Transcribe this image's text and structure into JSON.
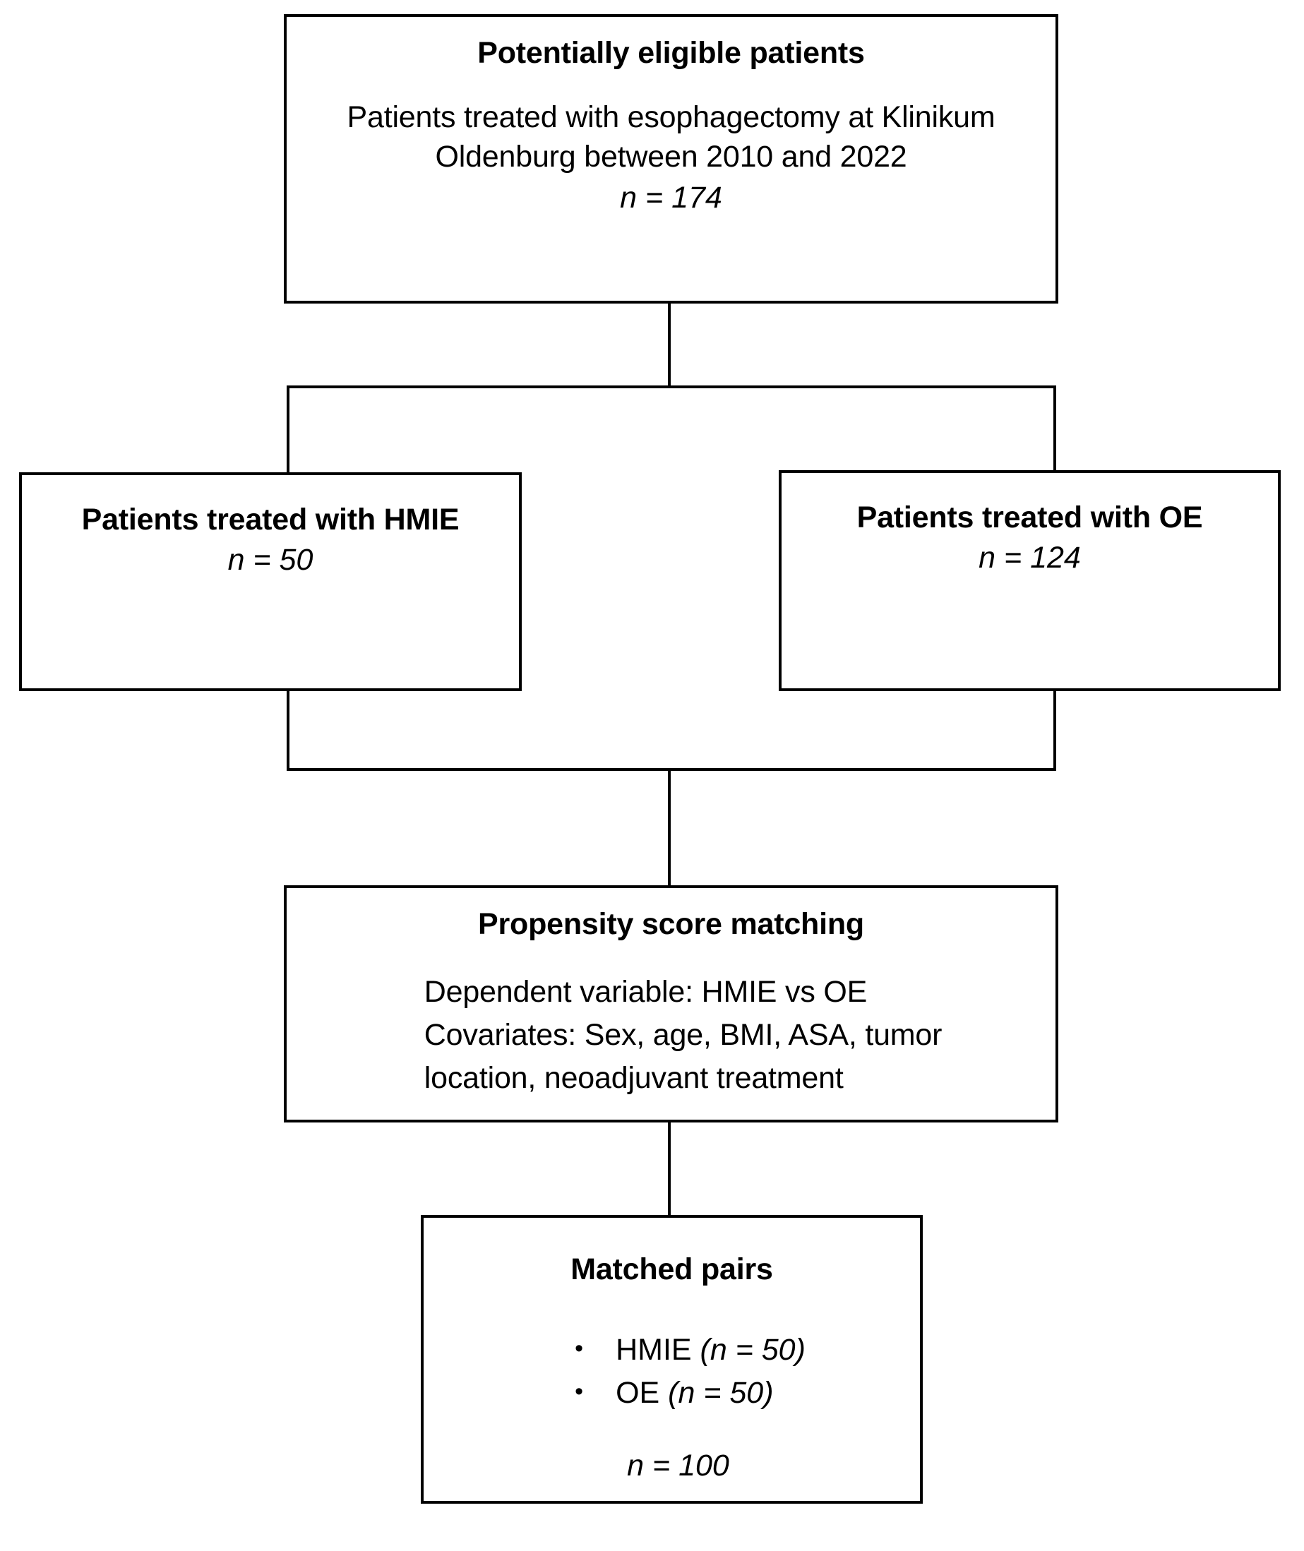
{
  "figure": {
    "type": "flowchart",
    "description": "Patient selection and propensity score matching flow diagram"
  },
  "boxes": {
    "eligible": {
      "title": "Potentially eligible patients",
      "body": "Patients treated with esophagectomy at Klinikum Oldenburg between 2010 and 2022",
      "n": "n = 174"
    },
    "hmie": {
      "title": "Patients treated with HMIE",
      "n": "n = 50"
    },
    "oe": {
      "title": "Patients treated with OE",
      "n": "n = 124"
    },
    "psm": {
      "title": "Propensity score matching",
      "line1": "Dependent variable: HMIE vs OE",
      "line2": "Covariates: Sex, age, BMI, ASA, tumor",
      "line3": "location, neoadjuvant treatment"
    },
    "matched": {
      "title": "Matched pairs",
      "bullet": "•",
      "items": [
        {
          "label": "HMIE ",
          "n": "(n = 50)"
        },
        {
          "label": "OE ",
          "n": "(n = 50)"
        }
      ],
      "total": "n = 100"
    }
  },
  "connectors": {
    "top_to_split": "vertical-line",
    "split_bar": "horizontal-line",
    "split_to_hmie": "vertical-line",
    "split_to_oe": "vertical-line",
    "hmie_to_merge": "vertical-line",
    "oe_to_merge": "vertical-line",
    "merge_bar": "horizontal-line",
    "merge_to_psm": "vertical-line",
    "psm_to_matched": "vertical-line"
  },
  "colors": {
    "background": "#ffffff",
    "line": "#000000",
    "text": "#000000"
  }
}
